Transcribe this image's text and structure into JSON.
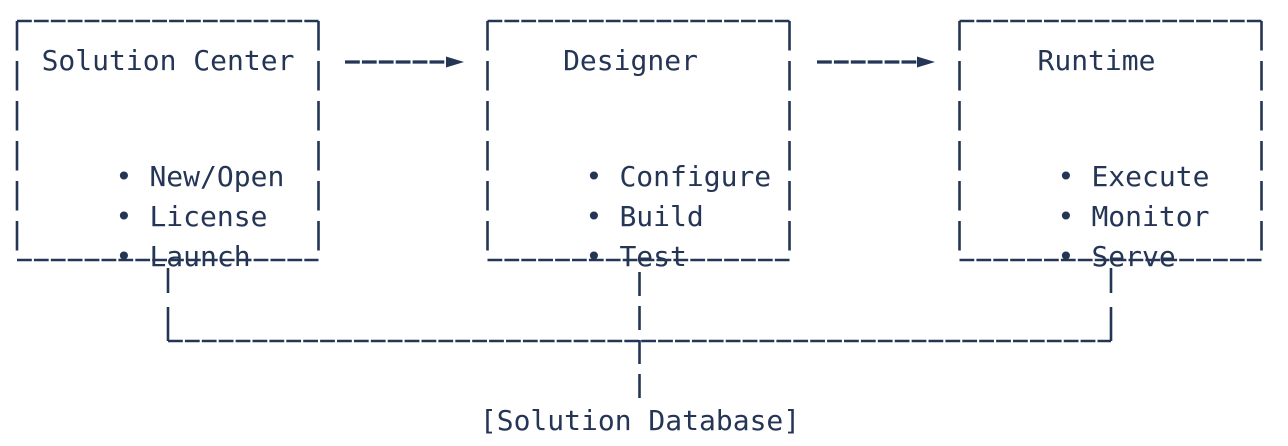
{
  "diagram": {
    "bullet_glyph": "•",
    "nodes": [
      {
        "title": "Solution Center",
        "items": [
          "New/Open",
          "License",
          "Launch"
        ]
      },
      {
        "title": "Designer",
        "items": [
          "Configure",
          "Build",
          "Test"
        ]
      },
      {
        "title": "Runtime",
        "items": [
          "Execute",
          "Monitor",
          "Serve"
        ]
      }
    ],
    "database_label": "[Solution Database]",
    "colors": {
      "ink": "#243555",
      "background": "#ffffff"
    }
  }
}
